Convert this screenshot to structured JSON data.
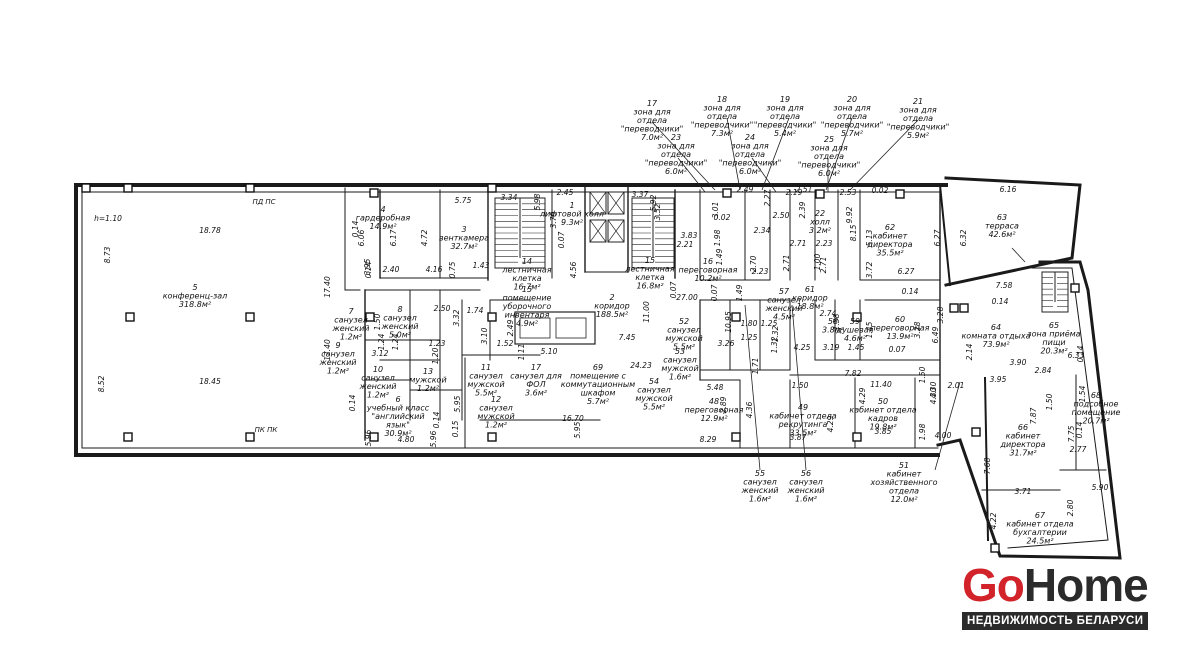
{
  "logo": {
    "go": "Go",
    "home": "Home",
    "tagline": "НЕДВИЖИМОСТЬ БЕЛАРУСИ"
  },
  "rooms": [
    {
      "no": "5",
      "name": "конференц-зал",
      "area": "318.8м²"
    },
    {
      "no": "4",
      "name": "гардеробная",
      "area": "14.9м²"
    },
    {
      "no": "3",
      "name": "венткамера",
      "area": "32.7м²"
    },
    {
      "no": "14",
      "name": "лестничная клетка",
      "area": "16.7м²"
    },
    {
      "no": "1",
      "name": "лифтовой холл",
      "area": "9.3м²"
    },
    {
      "no": "15",
      "name": "лестничная клетка",
      "area": "16.8м²"
    },
    {
      "no": "2",
      "name": "коридор",
      "area": "188.5м²"
    },
    {
      "no": "16",
      "name": "переговорная",
      "area": "10.2м²"
    },
    {
      "no": "17",
      "name": "зона для отдела \"переводчики\"",
      "area": "7.0м²"
    },
    {
      "no": "18",
      "name": "зона для отдела \"переводчики\"",
      "area": "7.3м²"
    },
    {
      "no": "19",
      "name": "зона для отдела \"переводчики\"",
      "area": "5.4м²"
    },
    {
      "no": "20",
      "name": "зона для отдела \"переводчики\"",
      "area": "5.7м²"
    },
    {
      "no": "21",
      "name": "зона для отдела \"переводчики\"",
      "area": "5.9м²"
    },
    {
      "no": "23",
      "name": "зона для отдела \"переводчики\"",
      "area": "6.0м²"
    },
    {
      "no": "24",
      "name": "зона для отдела \"переводчики\"",
      "area": "6.0м²"
    },
    {
      "no": "25",
      "name": "зона для отдела \"переводчики\"",
      "area": "6.0м²"
    },
    {
      "no": "22",
      "name": "холл",
      "area": "3.2м²"
    },
    {
      "no": "62",
      "name": "кабинет директора",
      "area": "35.5м²"
    },
    {
      "no": "63",
      "name": "терраса",
      "area": "42.6м²"
    },
    {
      "no": "7",
      "name": "санузел женский",
      "area": "1.2м²"
    },
    {
      "no": "8",
      "name": "санузел женский",
      "area": "5.0м²"
    },
    {
      "no": "9",
      "name": "санузел женский",
      "area": "1.2м²"
    },
    {
      "no": "10",
      "name": "санузел женский",
      "area": "1.2м²"
    },
    {
      "no": "13",
      "name": "мужской",
      "area": "1.2м²"
    },
    {
      "no": "12",
      "name": "санузел мужской",
      "area": "1.2м²"
    },
    {
      "no": "11",
      "name": "санузел мужской",
      "area": "5.5м²"
    },
    {
      "no": "6",
      "name": "учебный класс \"английский язык\"",
      "area": "30.9м²"
    },
    {
      "no": "15",
      "name": "помещение уборочного инвентаря",
      "area": "4.9м²"
    },
    {
      "no": "17",
      "name": "санузел для ФОЛ",
      "area": "3.6м²"
    },
    {
      "no": "69",
      "name": "помещение с коммутационным шкафом",
      "area": "5.7м²"
    },
    {
      "no": "52",
      "name": "санузел мужской",
      "area": "5.5м²"
    },
    {
      "no": "53",
      "name": "санузел мужской",
      "area": "1.6м²"
    },
    {
      "no": "54",
      "name": "санузел мужской",
      "area": "5.5м²"
    },
    {
      "no": "57",
      "name": "санузел женский",
      "area": "4.5м²"
    },
    {
      "no": "61",
      "name": "коридор",
      "area": "18.8м²"
    },
    {
      "no": "58",
      "name": "",
      "area": "3.8м²"
    },
    {
      "no": "59",
      "name": "душевая",
      "area": "4.6м²"
    },
    {
      "no": "60",
      "name": "переговорная",
      "area": "13.9м²"
    },
    {
      "no": "64",
      "name": "комната отдыха",
      "area": "73.9м²"
    },
    {
      "no": "65",
      "name": "зона приёма пищи",
      "area": "20.3м²"
    },
    {
      "no": "48",
      "name": "переговорная",
      "area": "12.9м²"
    },
    {
      "no": "49",
      "name": "кабинет отдела рекрутинга",
      "area": "33.5м²"
    },
    {
      "no": "50",
      "name": "кабинет отдела кадров",
      "area": "19.8м²"
    },
    {
      "no": "51",
      "name": "кабинет хозяйственного отдела",
      "area": "12.0м²"
    },
    {
      "no": "55",
      "name": "санузел женский",
      "area": "1.6м²"
    },
    {
      "no": "56",
      "name": "санузел женский",
      "area": "1.6м²"
    },
    {
      "no": "66",
      "name": "кабинет директора",
      "area": "31.7м²"
    },
    {
      "no": "67",
      "name": "кабинет отдела бухгалтерии",
      "area": "24.5м²"
    },
    {
      "no": "68",
      "name": "подсобное помещение",
      "area": "20.7м²"
    }
  ],
  "dimensions": [
    "18.78",
    "18.45",
    "17.40",
    "17.40",
    "8.73",
    "8.52",
    "h=1.10",
    "5.75",
    "6.06",
    "6.17",
    "4.72",
    "4.16",
    "2.40",
    "3.34",
    "5.98",
    "2.45",
    "3.37",
    "5.92",
    "3.52",
    "4.56",
    "3.79",
    "0.07",
    "1.43",
    "0.75",
    "0.14",
    "0.14",
    "0.14",
    "1.50",
    "2.50",
    "1.74",
    "3.32",
    "3.10",
    "2.49",
    "1.52",
    "1.11",
    "5.10",
    "3.12",
    "1.24",
    "1.24",
    "1.23",
    "1.20",
    "0.14",
    "4.80",
    "5.96",
    "5.96",
    "5.95",
    "5.95",
    "0.15",
    "16.70",
    "11.00",
    "7.45",
    "24.23",
    "27.00",
    "0.07",
    "0.07",
    "1.49",
    "1.49",
    "2.70",
    "2.71",
    "2.71",
    "2.71",
    "2.23",
    "2.23",
    "2.21",
    "3.83",
    "1.98",
    "0.02",
    "3.01",
    "2.49",
    "2.27",
    "2.50",
    "2.19",
    "2.51",
    "2.39",
    "2.53",
    "2.34",
    "9.92",
    "0.02",
    "5.13",
    "6.27",
    "6.27",
    "6.32",
    "6.16",
    "8.15",
    "1.00",
    "3.72",
    "0.14",
    "10.95",
    "3.26",
    "1.80",
    "1.25",
    "1.25",
    "1.32",
    "1.32",
    "2.74",
    "1.58",
    "3.19",
    "1.45",
    "1.45",
    "3.28",
    "3.28",
    "6.49",
    "0.07",
    "4.25",
    "1.71",
    "1.50",
    "7.82",
    "11.40",
    "5.48",
    "2.89",
    "4.36",
    "4.29",
    "4.29",
    "4.30",
    "4.30",
    "2.01",
    "1.98",
    "2.14",
    "3.95",
    "3.90",
    "4.00",
    "3.85",
    "3.87",
    "8.29",
    "2.77",
    "0.14",
    "0.14",
    "7.58",
    "6.33",
    "2.84",
    "1.54",
    "0.14",
    "7.75",
    "7.87",
    "7.68",
    "3.71",
    "5.90",
    "2.80",
    "4.22",
    "3.95",
    "1.50",
    "1.50",
    "4.12"
  ],
  "markers": [
    "ПД ПС",
    "ПК ПК"
  ]
}
